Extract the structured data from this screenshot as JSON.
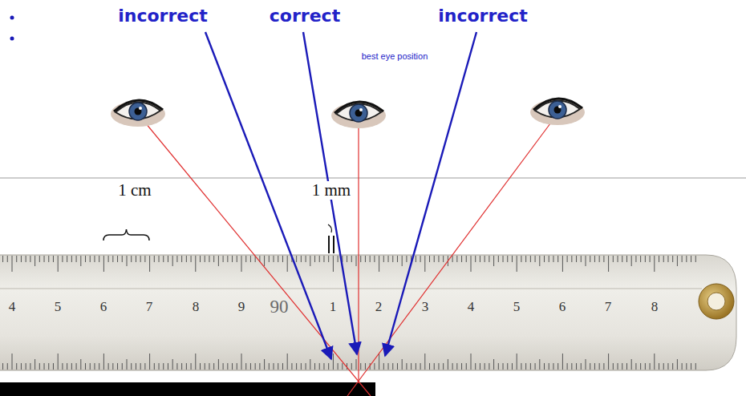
{
  "diagram": {
    "labels": [
      "incorrect",
      "correct",
      "incorrect",
      "best eye position",
      "1 cm",
      "1 mm",
      "4",
      "5",
      "6",
      "7",
      "8",
      "9",
      "90",
      "1",
      "2",
      "3",
      "4",
      "5",
      "6",
      "7",
      "8"
    ]
  }
}
